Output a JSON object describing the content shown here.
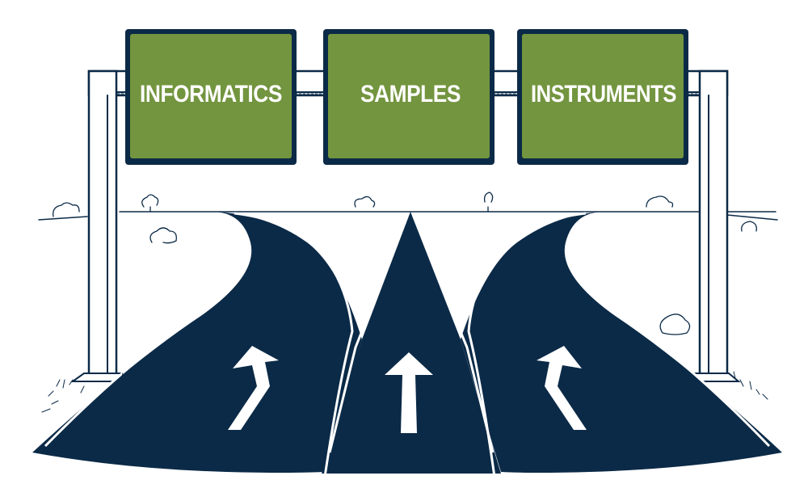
{
  "illustration": {
    "subject": "highway-signs-over-diverging-roads"
  },
  "signs": [
    {
      "label": "INFORMATICS"
    },
    {
      "label": "SAMPLES"
    },
    {
      "label": "INSTRUMENTS"
    }
  ],
  "colors": {
    "sign_green": "#73953f",
    "sign_border": "#0b2a47",
    "road": "#0b2a47",
    "ink": "#0b2a47",
    "marking": "#ffffff",
    "background": "#ffffff"
  }
}
